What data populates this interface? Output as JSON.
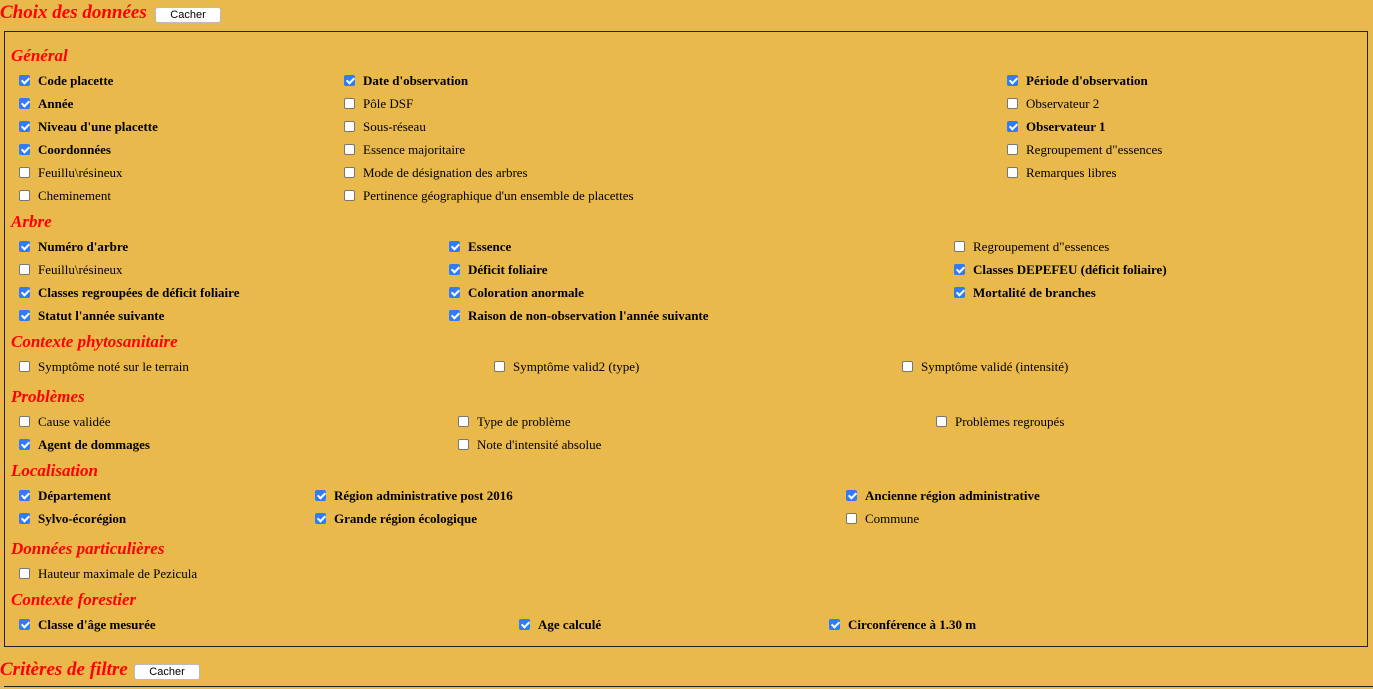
{
  "header": {
    "title": "Choix des données",
    "hide_label": "Cacher"
  },
  "footer": {
    "title": "Critères de filtre",
    "hide_label": "Cacher"
  },
  "groups": {
    "general": {
      "title": "Général",
      "items": [
        {
          "label": "Code placette",
          "checked": true
        },
        {
          "label": "Date d'observation",
          "checked": true
        },
        {
          "label": "Période d'observation",
          "checked": true
        },
        {
          "label": "Année",
          "checked": true
        },
        {
          "label": "Pôle DSF",
          "checked": false
        },
        {
          "label": "Observateur 2",
          "checked": false
        },
        {
          "label": "Niveau d'une placette",
          "checked": true
        },
        {
          "label": "Sous-réseau",
          "checked": false
        },
        {
          "label": "Observateur 1",
          "checked": true
        },
        {
          "label": "Coordonnées",
          "checked": true
        },
        {
          "label": "Essence majoritaire",
          "checked": false
        },
        {
          "label": "Regroupement d\"essences",
          "checked": false
        },
        {
          "label": "Feuillu\\résineux",
          "checked": false
        },
        {
          "label": "Mode de désignation des arbres",
          "checked": false
        },
        {
          "label": "Remarques libres",
          "checked": false
        },
        {
          "label": "Cheminement",
          "checked": false
        },
        {
          "label": "Pertinence géographique d'un ensemble de placettes",
          "checked": false
        }
      ]
    },
    "arbre": {
      "title": "Arbre",
      "items": [
        {
          "label": "Numéro d'arbre",
          "checked": true
        },
        {
          "label": "Essence",
          "checked": true
        },
        {
          "label": "Regroupement d\"essences",
          "checked": false
        },
        {
          "label": "Feuillu\\résineux",
          "checked": false
        },
        {
          "label": "Déficit foliaire",
          "checked": true
        },
        {
          "label": "Classes DEPEFEU (déficit foliaire)",
          "checked": true
        },
        {
          "label": "Classes regroupées de déficit foliaire",
          "checked": true
        },
        {
          "label": "Coloration anormale",
          "checked": true
        },
        {
          "label": "Mortalité de branches",
          "checked": true
        },
        {
          "label": "Statut l'année suivante",
          "checked": true
        },
        {
          "label": "Raison de non-observation l'année suivante",
          "checked": true
        }
      ]
    },
    "phyto": {
      "title": "Contexte phytosanitaire",
      "items": [
        {
          "label": "Symptôme noté sur le terrain",
          "checked": false
        },
        {
          "label": "Symptôme valid2 (type)",
          "checked": false
        },
        {
          "label": "Symptôme validé (intensité)",
          "checked": false
        }
      ]
    },
    "problemes": {
      "title": "Problèmes",
      "items": [
        {
          "label": "Cause validée",
          "checked": false
        },
        {
          "label": "Type de problème",
          "checked": false
        },
        {
          "label": "Problèmes regroupés",
          "checked": false
        },
        {
          "label": "Agent de dommages",
          "checked": true
        },
        {
          "label": "Note d'intensité absolue",
          "checked": false
        }
      ]
    },
    "localisation": {
      "title": "Localisation",
      "items": [
        {
          "label": "Département",
          "checked": true
        },
        {
          "label": "Région administrative post 2016",
          "checked": true
        },
        {
          "label": "Ancienne région administrative",
          "checked": true
        },
        {
          "label": "Sylvo-écorégion",
          "checked": true
        },
        {
          "label": "Grande région écologique",
          "checked": true
        },
        {
          "label": "Commune",
          "checked": false
        }
      ]
    },
    "particulieres": {
      "title": "Données particulières",
      "items": [
        {
          "label": "Hauteur maximale de Pezicula",
          "checked": false
        }
      ]
    },
    "forestier": {
      "title": "Contexte forestier",
      "items": [
        {
          "label": "Classe d'âge mesurée",
          "checked": true
        },
        {
          "label": "Age calculé",
          "checked": true
        },
        {
          "label": "Circonférence à 1.30 m",
          "checked": true
        }
      ]
    }
  }
}
